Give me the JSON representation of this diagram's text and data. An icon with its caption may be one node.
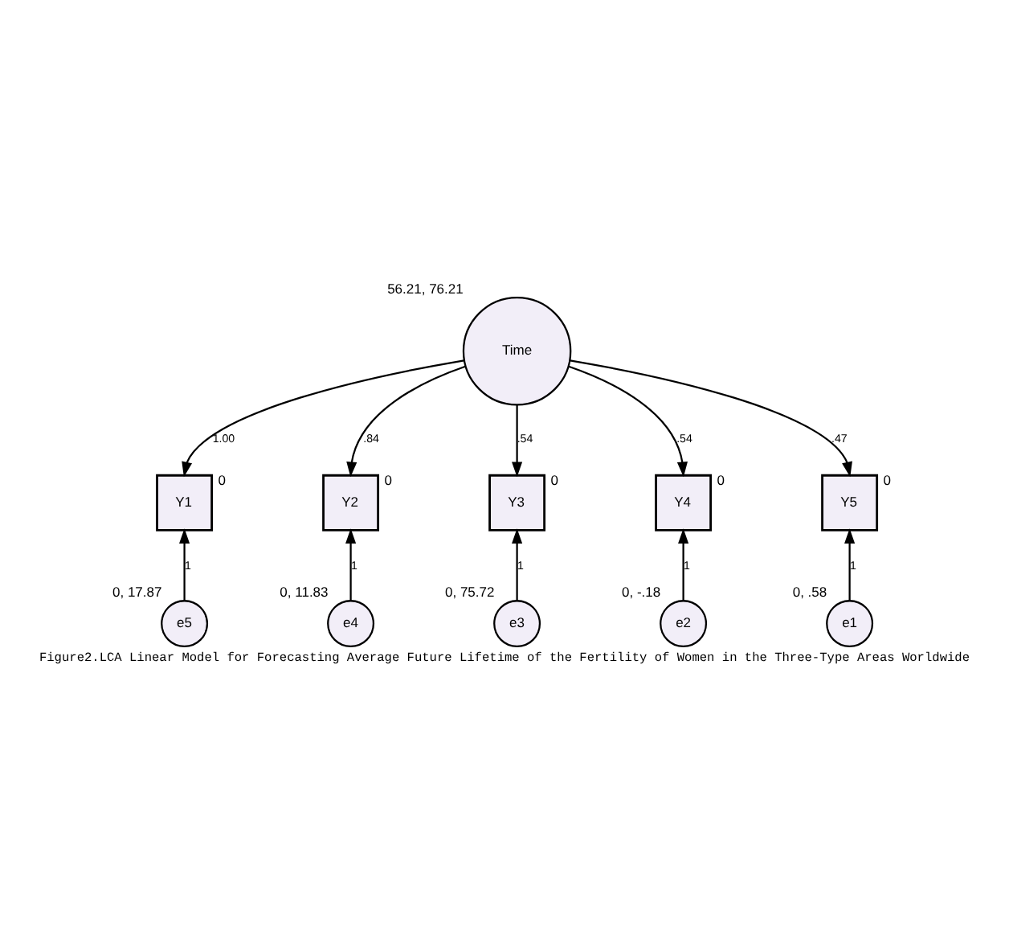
{
  "diagram": {
    "caption": "Figure2.LCA Linear Model for Forecasting Average Future Lifetime of the Fertility of Women in the Three-Type Areas Worldwide",
    "nodes": [
      {
        "text": [
          "Time"
        ],
        "beside": [
          "56.21, 76.21"
        ]
      },
      {
        "text": [
          "Y1"
        ],
        "beside": [
          "0"
        ]
      },
      {
        "text": [
          "Y2"
        ],
        "beside": [
          "0"
        ]
      },
      {
        "text": [
          "Y3"
        ],
        "beside": [
          "0"
        ]
      },
      {
        "text": [
          "Y4"
        ],
        "beside": [
          "0"
        ]
      },
      {
        "text": [
          "Y5"
        ],
        "beside": [
          "0"
        ]
      },
      {
        "text": [
          "e5"
        ],
        "beside": [
          "0, 17.87"
        ]
      },
      {
        "text": [
          "e4"
        ],
        "beside": [
          "0, 11.83"
        ]
      },
      {
        "text": [
          "e3"
        ],
        "beside": [
          "0, 75.72"
        ]
      },
      {
        "text": [
          "e2"
        ],
        "beside": [
          "0, -.18"
        ]
      },
      {
        "text": [
          "e1"
        ],
        "beside": [
          "0, .58"
        ]
      }
    ],
    "edges": [
      {
        "from": 0,
        "to": 1,
        "arrow": "to",
        "label": "1.00"
      },
      {
        "from": 0,
        "to": 2,
        "arrow": "to",
        "label": ".84"
      },
      {
        "from": 0,
        "to": 3,
        "arrow": "to",
        "label": ".54"
      },
      {
        "from": 0,
        "to": 4,
        "arrow": "to",
        "label": ".54"
      },
      {
        "from": 0,
        "to": 5,
        "arrow": "to",
        "label": ".47"
      },
      {
        "from": 6,
        "to": 1,
        "arrow": "to",
        "label": "1"
      },
      {
        "from": 7,
        "to": 2,
        "arrow": "to",
        "label": "1"
      },
      {
        "from": 8,
        "to": 3,
        "arrow": "to",
        "label": "1"
      },
      {
        "from": 9,
        "to": 4,
        "arrow": "to",
        "label": "1"
      },
      {
        "from": 10,
        "to": 5,
        "arrow": "to",
        "label": "1"
      }
    ]
  }
}
